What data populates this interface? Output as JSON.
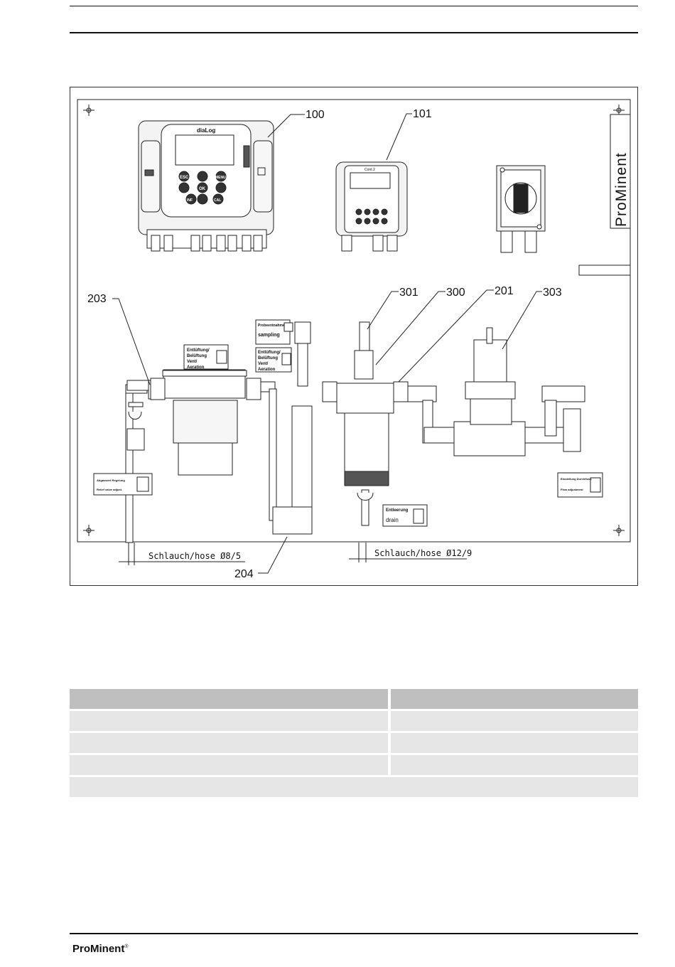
{
  "figure": {
    "callouts": {
      "c100": "100",
      "c101": "101",
      "c203": "203",
      "c301": "301",
      "c300": "300",
      "c201": "201",
      "c303": "303",
      "c204": "204"
    },
    "device_label_dialog": "diaLog",
    "device_label_compact": "Cont.2",
    "keys": {
      "esc": "ESC",
      "menu": "MENU",
      "ok": "OK",
      "cal": "CAL",
      "inf": "INF"
    },
    "brand_vertical": "ProMinent",
    "sign_probe_line1": "Probeentnahme",
    "sign_probe_line2": "sampling",
    "sign_vent_line1": "Entlüftung/",
    "sign_vent_line2": "Belüftung",
    "sign_vent_line3": "Vent/",
    "sign_vent_line4": "Aeration",
    "sign_relief_line1": "Abgaswert Regelung",
    "sign_relief_line2": "Relief valve adjust.",
    "sign_drain_line1": "Entleerung",
    "sign_drain_line2": "drain",
    "sign_flow_line1": "Einstellung Durchfluss",
    "sign_flow_line2": "Flow adjustment",
    "hose_left": "Schlauch/hose  Ø8/5",
    "hose_right": "Schlauch/hose  Ø12/9"
  },
  "footer": {
    "brand": "ProMinent",
    "registered": "®"
  }
}
